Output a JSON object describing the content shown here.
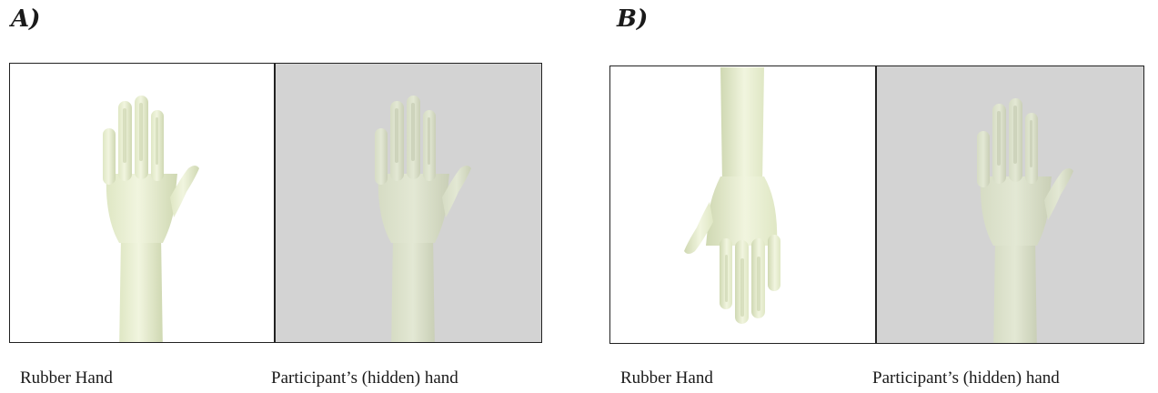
{
  "panels": [
    {
      "label": "A)",
      "captions": {
        "left": "Rubber Hand",
        "right": "Participant’s (hidden) hand"
      },
      "rubber_hand_orientation": "upright",
      "hidden_hand_orientation": "upright"
    },
    {
      "label": "B)",
      "captions": {
        "left": "Rubber Hand",
        "right": "Participant’s (hidden) hand"
      },
      "rubber_hand_orientation": "inverted",
      "hidden_hand_orientation": "upright"
    }
  ],
  "colors": {
    "rubber_hand_background": "#ffffff",
    "hidden_hand_background": "#d3d3d3",
    "hand_color": "#e8efcf",
    "hand_shade": "#cdd6b0",
    "frame_border": "#222222"
  }
}
